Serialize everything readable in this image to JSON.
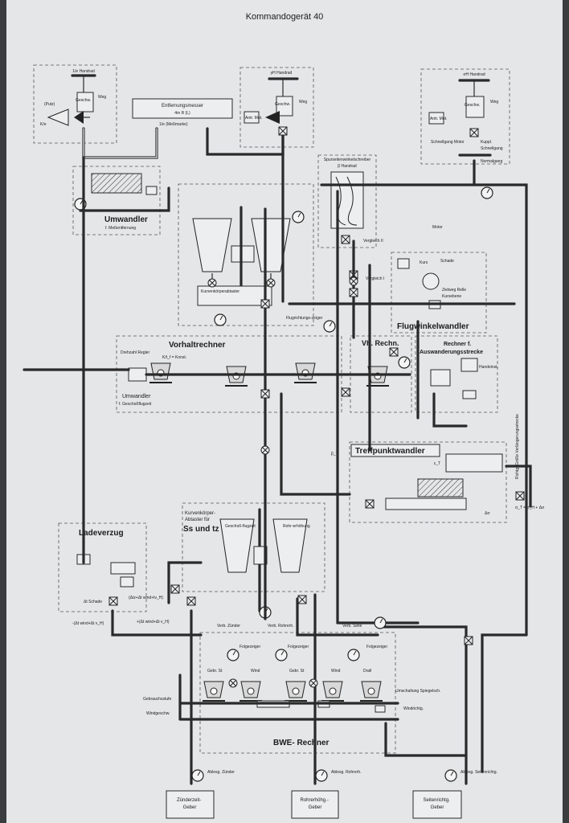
{
  "title": "Kommandogerät 40",
  "blocks": {
    "umwandler": {
      "label": "Umwandler",
      "sub": "f. Meßentfernung"
    },
    "vorhaltrechner": {
      "label": "Vorhaltrechner"
    },
    "umwandler2": {
      "label": "Umwandler",
      "sub": "f. Geschoßflugzeit"
    },
    "flugwinkelwandler": {
      "label": "Flugwinkelwandler"
    },
    "rechner": {
      "label": "Rechner f.",
      "sub": "Auswanderungsstrecke"
    },
    "vh_rechn": {
      "label": "Vh. Rechn."
    },
    "treffpunktwandler": {
      "label": "Treffpunktwandler"
    },
    "ladeverzug": {
      "label": "Ladeverzug"
    },
    "kurvenkoerper": {
      "label": "Kurvenkörper-",
      "sub": "Abtaster für",
      "big": "Ss und tz"
    },
    "bwe": {
      "label": "BWE-    Rechner"
    },
    "entfernungsmesser": {
      "label": "Entfernungsmesser",
      "sub": "4m R (L)"
    },
    "spurschreiber": {
      "label": "Spurseitenwinkelschreiber",
      "sub": "β Handrad"
    }
  },
  "handrads": {
    "left": "1/e Handrad",
    "mid": "γH Handrad",
    "right": "σH Handrad"
  },
  "small_labels": {
    "geschw": "Geschw.",
    "weg": "Weg",
    "putz": "(Putz)",
    "ke": "K/e",
    "antr_mot": "Antr. Mot.",
    "messmarke": "1/e (Meßmarke)",
    "kuppl": "Kuppl.",
    "schnellgang": "Schnellgang",
    "schnellgang_motor": "Schnellgang Motor",
    "normalgang": "Normalgang",
    "ablesg": "Ablesg.",
    "vergleich1": "Vergleich I",
    "vergleich2": "Vergleich II",
    "motor": "Motor",
    "schade": "Schade",
    "kurs": "Kurs",
    "zielweg": "Zielweg Relle",
    "kursebene": "Kursebene",
    "flugrichtungszeiger": "Flugrichtungs-zeiger",
    "kurvenkoerperabtaster": "Kurvenkörperabtaster",
    "drehzahl_regler": "Drehzahl Regler",
    "ktkonst": "K/t_f = Konst.",
    "handeinst": "Handeinst.",
    "gebrauchsstufe": "Gebrauchsstufe",
    "windgeschw": "Windgeschw.",
    "windrichtg": "Windrichtg.",
    "umschaltung": "Umschaltung Spiegelsch.",
    "verb_zuender": "Verb. Zünder",
    "verb_rohrerh": "Verb. Rohrerh.",
    "verb_seite": "Verb. Seite",
    "folgezeiger": "Folgezeiger",
    "gebr_st": "Gebr. St",
    "wind": "Wind",
    "drall": "Drall",
    "geschoss_flugzeit": "Geschoß-flugzeit",
    "rohr_erhoehung": "Rohr-erhöhung",
    "delta_t_schade": "Δt Schade",
    "formula1": "-(Δt wind+Δt v_H)",
    "formula2": "+(Δt wind+Δt v_H)",
    "formula3": "(Δtz+Δt wind+tv_H)",
    "sigma_formula": "σ_T = σ_H + Δσ",
    "richtg": "Richtg. Größe Verlängerungsstrecke",
    "beta_t": "β_T",
    "epsilon_t": "ε_T",
    "delta_sigma": "Δσ"
  },
  "gebers": [
    {
      "label": "Zünderzeit-\nGeber",
      "dial": "Ablesg. Zünder"
    },
    {
      "label": "Rohrerhöhg.-\nGeber",
      "dial": "Ablesg. Rohrerh."
    },
    {
      "label": "Seitenrichtg.\nGeber",
      "dial": "Ablesg. Seitenrichtg."
    }
  ]
}
